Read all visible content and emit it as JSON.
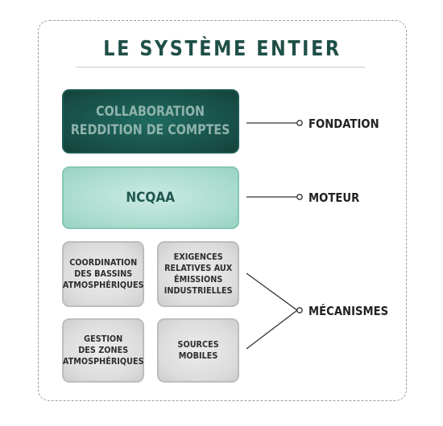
{
  "diagram": {
    "title": "LE SYSTÈME ENTIER",
    "boxes": {
      "collaboration": {
        "line1": "COLLABORATION",
        "line2": "REDDITION DE COMPTES"
      },
      "ncqaa": "NCQAA",
      "coordination": {
        "line1": "COORDINATION",
        "line2": "DES BASSINS",
        "line3": "ATMOSPHÉRIQUES"
      },
      "exigences": {
        "line1": "EXIGENCES",
        "line2": "RELATIVES AUX",
        "line3": "ÉMISSIONS",
        "line4": "INDUSTRIELLES"
      },
      "gestion": {
        "line1": "GESTION",
        "line2": "DES ZONES",
        "line3": "ATMOSPHÉRIQUES"
      },
      "sources": {
        "line1": "SOURCES",
        "line2": "MOBILES"
      }
    },
    "labels": {
      "fondation": "FONDATION",
      "moteur": "MOTEUR",
      "mecanismes": "MÉCANISMES"
    },
    "colors": {
      "title": "#1e4f47",
      "foundation_box": "#174e46",
      "engine_box": "#a9dcce",
      "mechanism_box": "#dcdcdc",
      "connector": "#333333"
    }
  }
}
